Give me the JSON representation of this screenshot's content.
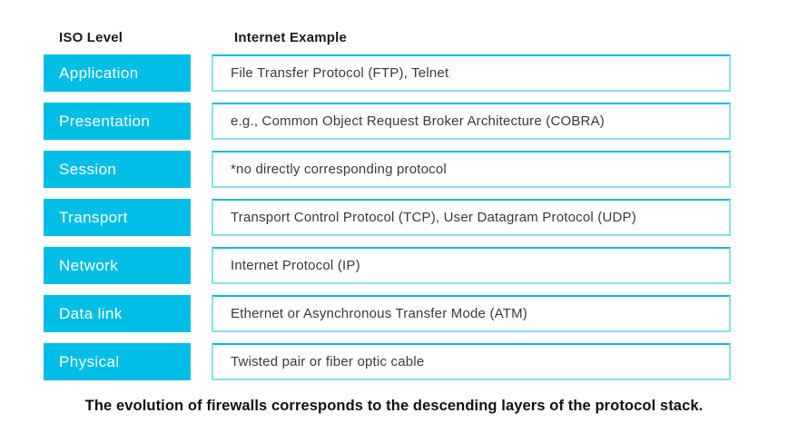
{
  "header": {
    "iso_level": "ISO Level",
    "internet_example": "Internet Example"
  },
  "rows": [
    {
      "level": "Application",
      "example": "File Transfer Protocol (FTP), Telnet"
    },
    {
      "level": "Presentation",
      "example": "e.g., Common Object Request Broker Architecture (COBRA)"
    },
    {
      "level": "Session",
      "example": "*no directly corresponding protocol"
    },
    {
      "level": "Transport",
      "example": "Transport Control Protocol (TCP), User Datagram Protocol (UDP)"
    },
    {
      "level": "Network",
      "example": "Internet Protocol (IP)"
    },
    {
      "level": "Data link",
      "example": "Ethernet or Asynchronous Transfer Mode (ATM)"
    },
    {
      "level": "Physical",
      "example": "Twisted pair or fiber optic cable"
    }
  ],
  "caption": "The evolution of firewalls corresponds to the descending layers of the protocol stack.",
  "colors": {
    "accent": "#00bee6",
    "border_light": "#8adff2",
    "text_dark": "#1a1a1a"
  }
}
